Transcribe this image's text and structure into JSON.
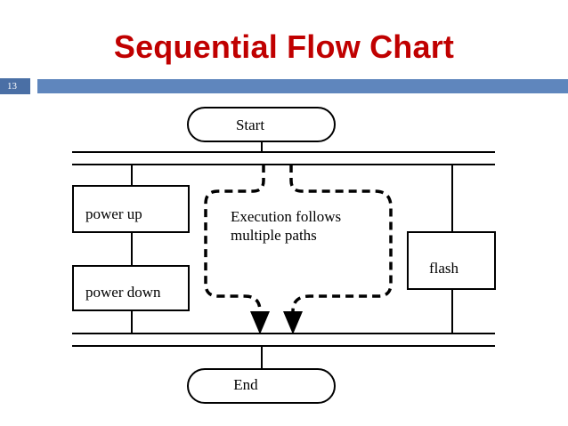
{
  "slide": {
    "title": "Sequential Flow Chart",
    "number": "13",
    "accent_color": "#c00000",
    "bar_color": "#5f86bd"
  },
  "diagram": {
    "start_label": "Start",
    "end_label": "End",
    "power_up_label": "power up",
    "power_down_label": "power down",
    "flash_label": "flash",
    "annotation_line1": "Execution follows",
    "annotation_line2": "multiple paths"
  }
}
